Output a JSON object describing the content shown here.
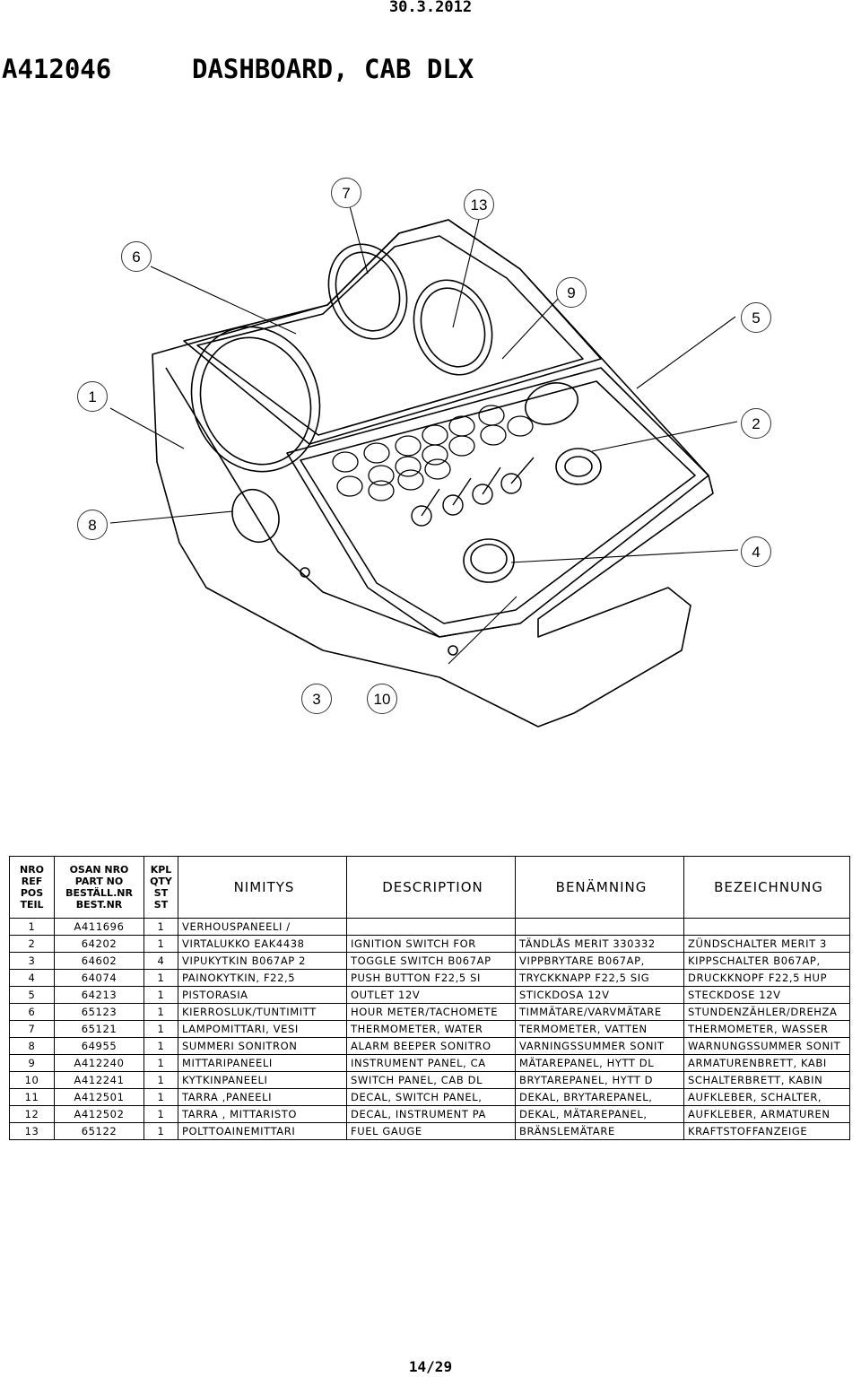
{
  "header": {
    "date": "30.3.2012"
  },
  "title": {
    "code": "A412046",
    "name": "DASHBOARD, CAB DLX"
  },
  "callouts": [
    "7",
    "13",
    "6",
    "9",
    "5",
    "1",
    "2",
    "8",
    "4",
    "3",
    "10"
  ],
  "table": {
    "headers": {
      "nro": [
        "NRO",
        "REF",
        "POS",
        "TEIL"
      ],
      "part": [
        "OSAN NRO",
        "PART NO",
        "BESTÄLL.NR",
        "BEST.NR"
      ],
      "qty": [
        "KPL",
        "QTY",
        "ST",
        "ST"
      ],
      "fi": "NIMITYS",
      "en": "DESCRIPTION",
      "sv": "BENÄMNING",
      "de": "BEZEICHNUNG"
    },
    "rows": [
      [
        "1",
        "A411696",
        "1",
        "VERHOUSPANEELI /",
        "",
        "",
        ""
      ],
      [
        "2",
        "64202",
        "1",
        "VIRTALUKKO EAK4438",
        "IGNITION SWITCH FOR",
        "TÄNDLÅS MERIT 330332",
        "ZÜNDSCHALTER MERIT 3"
      ],
      [
        "3",
        "64602",
        "4",
        "VIPUKYTKIN B067AP  2",
        "TOGGLE SWITCH B067AP",
        "VIPPBRYTARE B067AP,",
        "KIPPSCHALTER B067AP,"
      ],
      [
        "4",
        "64074",
        "1",
        "PAINOKYTKIN, F22,5",
        "PUSH BUTTON F22,5 SI",
        "TRYCKKNAPP F22,5 SIG",
        "DRUCKKNOPF F22,5 HUP"
      ],
      [
        "5",
        "64213",
        "1",
        "PISTORASIA",
        "OUTLET  12V",
        "STICKDOSA  12V",
        "STECKDOSE  12V"
      ],
      [
        "6",
        "65123",
        "1",
        "KIERROSLUK/TUNTIMITT",
        "HOUR METER/TACHOMETE",
        "TIMMÄTARE/VARVMÄTARE",
        "STUNDENZÄHLER/DREHZA"
      ],
      [
        "7",
        "65121",
        "1",
        "LAMPOMITTARI, VESI",
        "THERMOMETER, WATER",
        "TERMOMETER, VATTEN",
        "THERMOMETER, WASSER"
      ],
      [
        "8",
        "64955",
        "1",
        "SUMMERI    SONITRON",
        "ALARM BEEPER SONITRO",
        "VARNINGSSUMMER SONIT",
        "WARNUNGSSUMMER SONIT"
      ],
      [
        "9",
        "A412240",
        "1",
        "MITTARIPANEELI",
        "INSTRUMENT PANEL, CA",
        "MÄTAREPANEL, HYTT DL",
        "ARMATURENBRETT, KABI"
      ],
      [
        "10",
        "A412241",
        "1",
        "KYTKINPANEELI",
        "SWITCH PANEL, CAB DL",
        "BRYTAREPANEL, HYTT D",
        "SCHALTERBRETT, KABIN"
      ],
      [
        "11",
        "A412501",
        "1",
        "TARRA ,PANEELI",
        "DECAL, SWITCH PANEL,",
        "DEKAL, BRYTAREPANEL,",
        "AUFKLEBER, SCHALTER,"
      ],
      [
        "12",
        "A412502",
        "1",
        "TARRA , MITTARISTO",
        "DECAL, INSTRUMENT PA",
        "DEKAL, MÄTAREPANEL,",
        "AUFKLEBER, ARMATUREN"
      ],
      [
        "13",
        "65122",
        "1",
        "POLTTOAINEMITTARI",
        "FUEL GAUGE",
        "BRÄNSLEMÄTARE",
        "KRAFTSTOFFANZEIGE"
      ]
    ]
  },
  "footer": {
    "page": "14/29"
  }
}
